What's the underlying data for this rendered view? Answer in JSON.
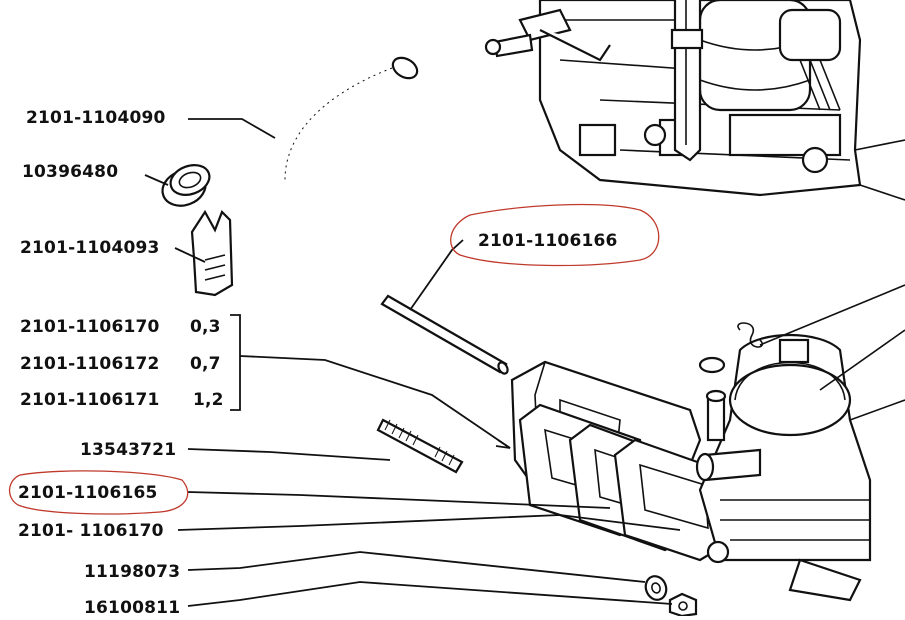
{
  "labels": {
    "hose": "2101-1104090",
    "ring": "10396480",
    "clip": "2101-1104093",
    "gasket_03_code": "2101-1106170",
    "gasket_03_thk": "0,3",
    "gasket_07_code": "2101-1106172",
    "gasket_07_thk": "0,7",
    "gasket_12_code": "2101-1106171",
    "gasket_12_thk": "1,2",
    "stud": "13543721",
    "spacer": "2101-1106165",
    "gasket_lower": "2101- 1106170",
    "washer": "11198073",
    "nut": "16100811",
    "rod": "2101-1106166"
  },
  "highlight_color": "#c0392b",
  "line_color": "#111111"
}
